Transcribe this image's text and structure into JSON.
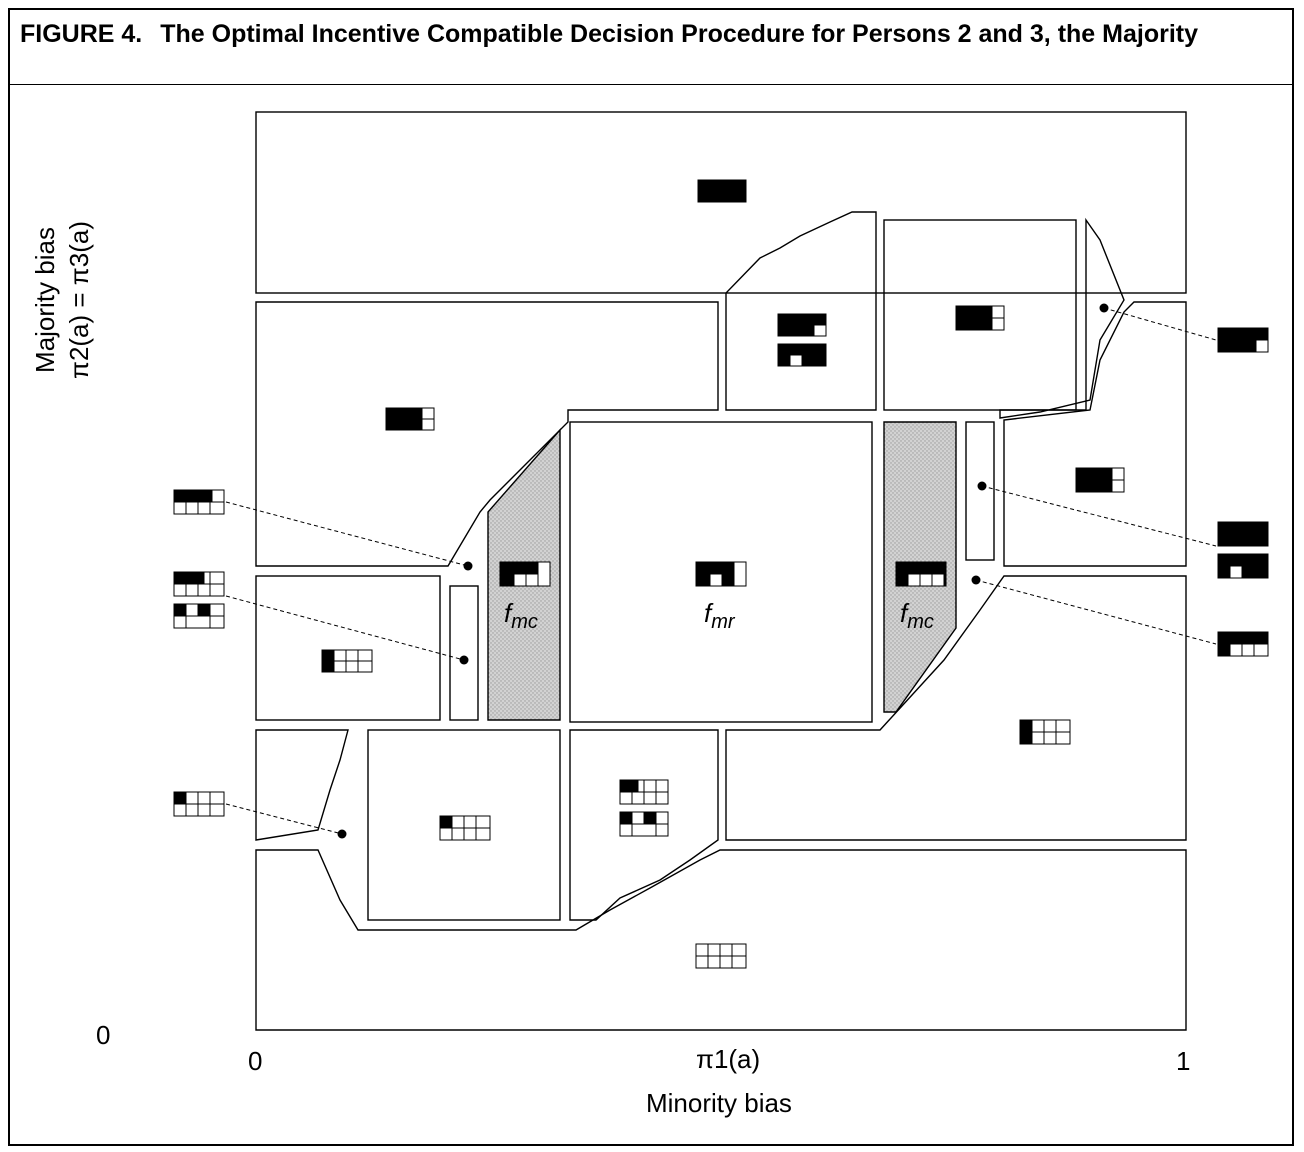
{
  "figure": {
    "number": "FIGURE 4.",
    "title": "The Optimal Incentive Compatible Decision Procedure for Persons 2 and 3, the Majority"
  },
  "axes": {
    "x_label": "Minority bias",
    "x_mid_label": "π1(a)",
    "x_tick_min": "0",
    "x_tick_max": "1",
    "y_label": "Majority bias",
    "y_sub_label": "π2(a) = π3(a)",
    "y_tick_min": "0"
  },
  "region_labels": {
    "f_mc_left": "f",
    "f_mc_left_sub": "mc",
    "f_mr": "f",
    "f_mr_sub": "mr",
    "f_mc_right": "f",
    "f_mc_right_sub": "mc"
  },
  "colors": {
    "line": "#000000",
    "shade": "#c8c8c8",
    "background": "#ffffff"
  }
}
